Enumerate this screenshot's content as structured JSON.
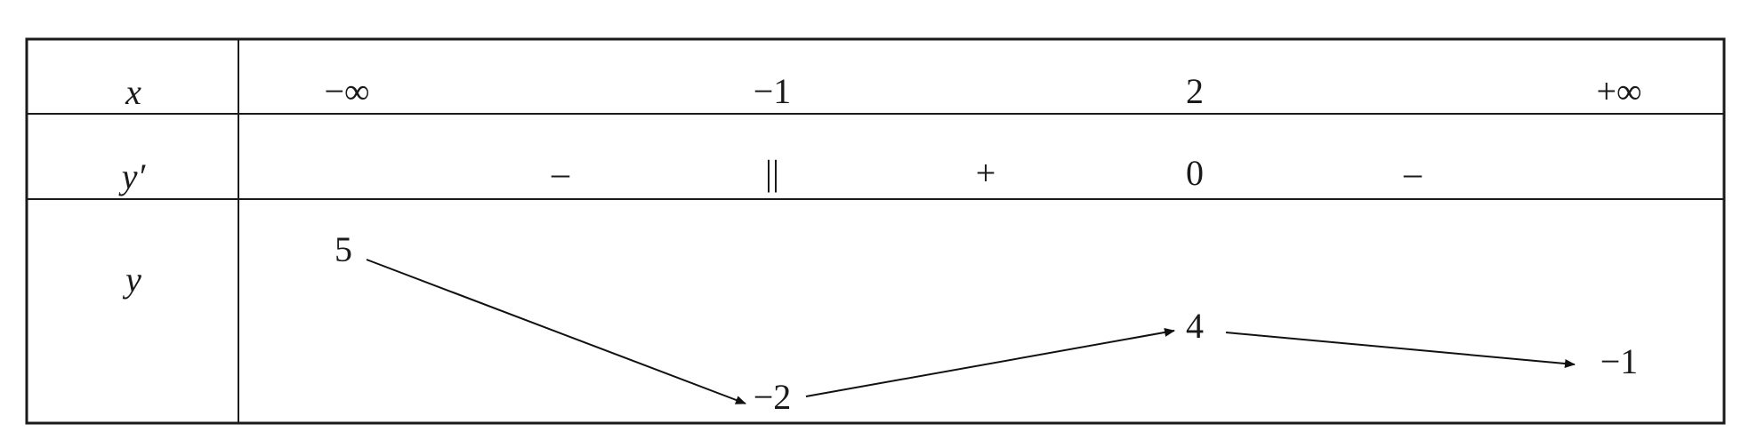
{
  "table": {
    "rows": {
      "x_label": "x",
      "yprime_label": "y′",
      "y_label": "y"
    },
    "x_values": [
      "−∞",
      "−1",
      "2",
      "+∞"
    ],
    "derivative": {
      "sign_1": "–",
      "at_minus1": "||",
      "sign_2": "+",
      "at_2": "0",
      "sign_3": "–"
    },
    "y_values": {
      "left_limit": "5",
      "at_minus1": "−2",
      "at_2": "4",
      "right_limit": "−1"
    }
  },
  "colors": {
    "line": "#1a1a1a",
    "background": "#ffffff"
  }
}
